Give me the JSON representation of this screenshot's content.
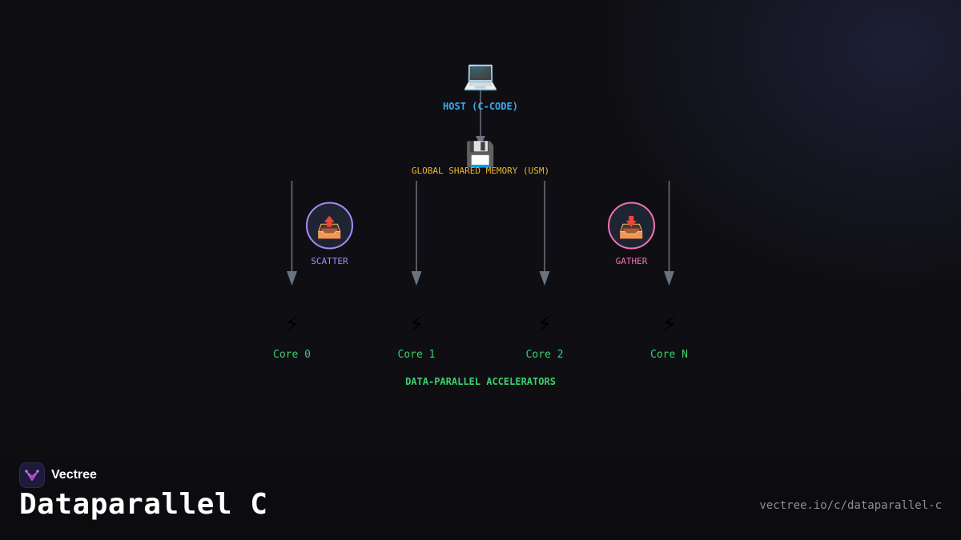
{
  "diagram": {
    "host": {
      "icon": "laptop-icon",
      "glyph": "💻",
      "label": "HOST (C-CODE)",
      "color": "#3ba9f0"
    },
    "memory": {
      "icon": "floppy-disk-icon",
      "glyph": "💾",
      "label": "GLOBAL SHARED MEMORY (USM)",
      "color": "#f0b429"
    },
    "scatter": {
      "icon": "outbox-tray-icon",
      "glyph": "📤",
      "label": "SCATTER",
      "color": "#a78bfa"
    },
    "gather": {
      "icon": "inbox-tray-icon",
      "glyph": "📥",
      "label": "GATHER",
      "color": "#f472b6"
    },
    "cores": [
      {
        "icon": "lightning-icon",
        "glyph": "⚡",
        "label": "Core 0"
      },
      {
        "icon": "lightning-icon",
        "glyph": "⚡",
        "label": "Core 1"
      },
      {
        "icon": "lightning-icon",
        "glyph": "⚡",
        "label": "Core 2"
      },
      {
        "icon": "lightning-icon",
        "glyph": "⚡",
        "label": "Core N"
      }
    ],
    "core_color": "#3ccf6e",
    "accelerators_label": "DATA-PARALLEL ACCELERATORS",
    "arrow_color": "#6b7280"
  },
  "brand": {
    "name": "Vectree",
    "logo_icon": "vectree-logo-icon"
  },
  "title": "Dataparallel C",
  "url": "vectree.io/c/dataparallel-c"
}
